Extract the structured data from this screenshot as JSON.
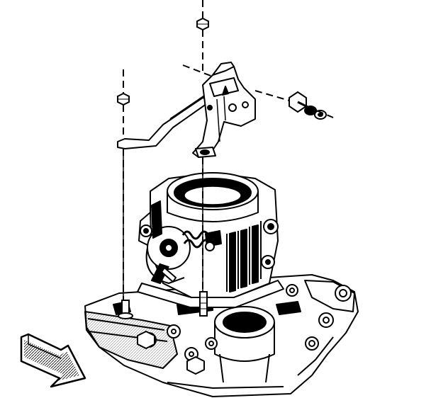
{
  "diagram": {
    "labels": [],
    "colors": {
      "ink": "#000000",
      "paper": "#ffffff",
      "shade": "#4a4a4a"
    },
    "parts": [
      "throttle-cable-bracket",
      "bracket-stud-nut",
      "bracket-bolt",
      "bracket-bolt-nut",
      "throttle-body",
      "intake-manifold",
      "view-direction-arrow"
    ]
  }
}
